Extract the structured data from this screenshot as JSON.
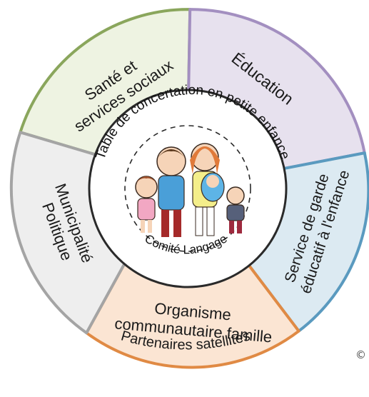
{
  "segments": [
    {
      "id": "sante",
      "lines": [
        "Santé et",
        "services sociaux"
      ],
      "fill": "#eef3e2",
      "stroke": "#8aa65c"
    },
    {
      "id": "education",
      "lines": [
        "Éducation"
      ],
      "fill": "#e7e1ee",
      "stroke": "#a38fc0"
    },
    {
      "id": "garde",
      "lines": [
        "Service de garde",
        "éducatif à l'enfance"
      ],
      "fill": "#dceaf2",
      "stroke": "#5a9abf"
    },
    {
      "id": "organisme",
      "lines": [
        "Organisme",
        "communautaire famille"
      ],
      "fill": "#fbe5d3",
      "stroke": "#e08a44"
    },
    {
      "id": "municipalite",
      "lines": [
        "Municipalité",
        "Politique"
      ],
      "fill": "#eeeeee",
      "stroke": "#a4a4a4"
    }
  ],
  "inner_ring": {
    "top_text": "Table de concertation en petite enfance",
    "bottom_text": "Comité Langage"
  },
  "bottom_caption": "Partenaires satellites",
  "copyright": "©"
}
